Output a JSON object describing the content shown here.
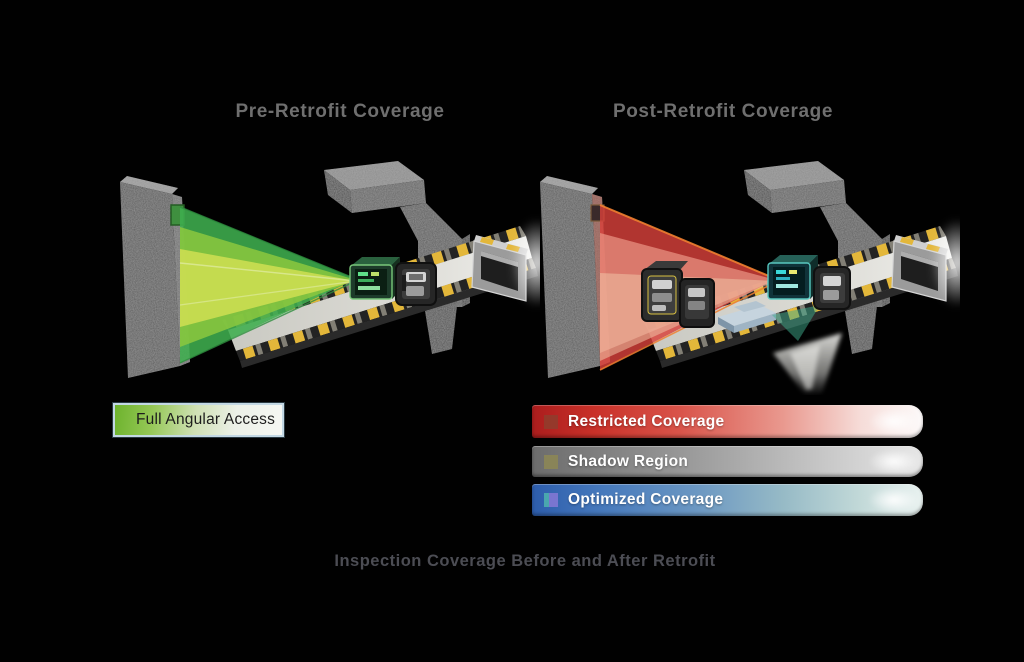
{
  "pre_panel": {
    "title": "Pre-Retrofit Coverage",
    "legend": [
      {
        "label": "Full Angular Access",
        "color": "#7dc242"
      }
    ]
  },
  "post_panel": {
    "title": "Post-Retrofit Coverage",
    "legend": [
      {
        "label": "Restricted Coverage",
        "color": "#c9342c",
        "swatch_color": "#8f3d2d"
      },
      {
        "label": "Shadow Region",
        "color": "#8a8a8a",
        "swatch_color": "#8d8753"
      },
      {
        "label": "Optimized Coverage",
        "color": "#3c6db4",
        "swatch_color": "#8578d6"
      }
    ]
  },
  "caption": "Inspection Coverage Before and After Retrofit",
  "colors": {
    "background": "#000000",
    "title_text": "#6f6f6f",
    "caption_text": "#4c4d54",
    "full_access_green": "#7dc242",
    "restricted_red": "#c9342c",
    "shadow_gray": "#9a9a9a",
    "optimized_blue": "#3c6db4"
  },
  "icons": {
    "restricted_swatch": "red-square-icon",
    "shadow_swatch": "olive-square-icon",
    "optimized_swatch": "purple-teal-square-icon"
  }
}
